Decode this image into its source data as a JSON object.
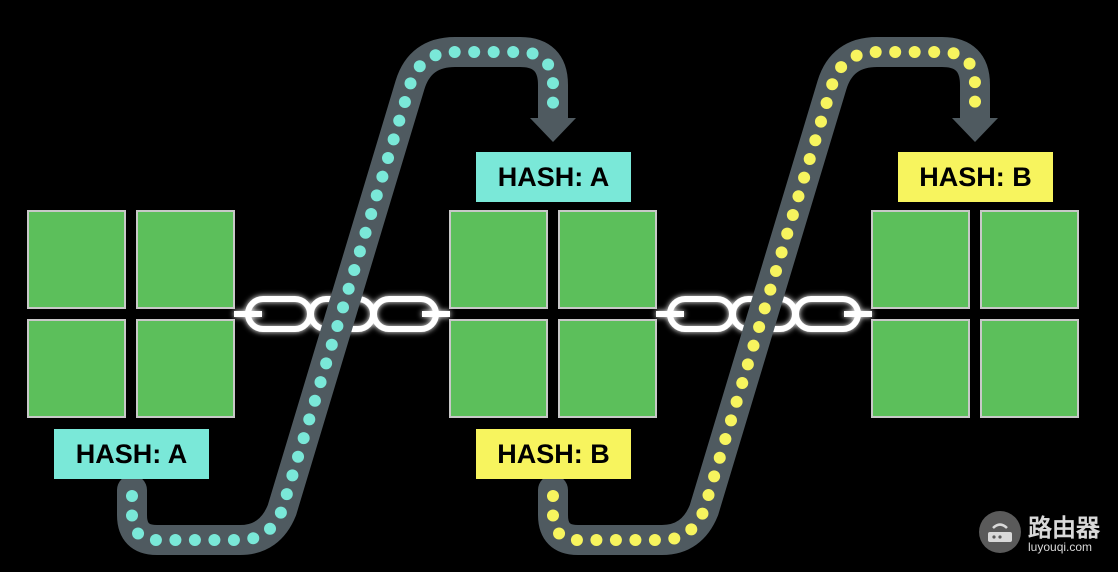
{
  "labels": {
    "hash_a_top": "HASH: A",
    "hash_b_top": "HASH: B",
    "hash_a_bottom": "HASH: A",
    "hash_b_bottom": "HASH: B"
  },
  "watermark": {
    "brand": "路由器",
    "domain": "luyouqi.com"
  },
  "colors": {
    "background": "#000000",
    "block_green": "#5cbf5b",
    "block_border": "#c8c8c8",
    "pipe_gray": "#4f5a60",
    "dots_cyan": "#7ae8d8",
    "dots_yellow": "#f7f45e",
    "chain_white": "#ffffff"
  },
  "icons": [
    "chain-link-icon",
    "arrow-down-icon",
    "router-logo-icon"
  ]
}
